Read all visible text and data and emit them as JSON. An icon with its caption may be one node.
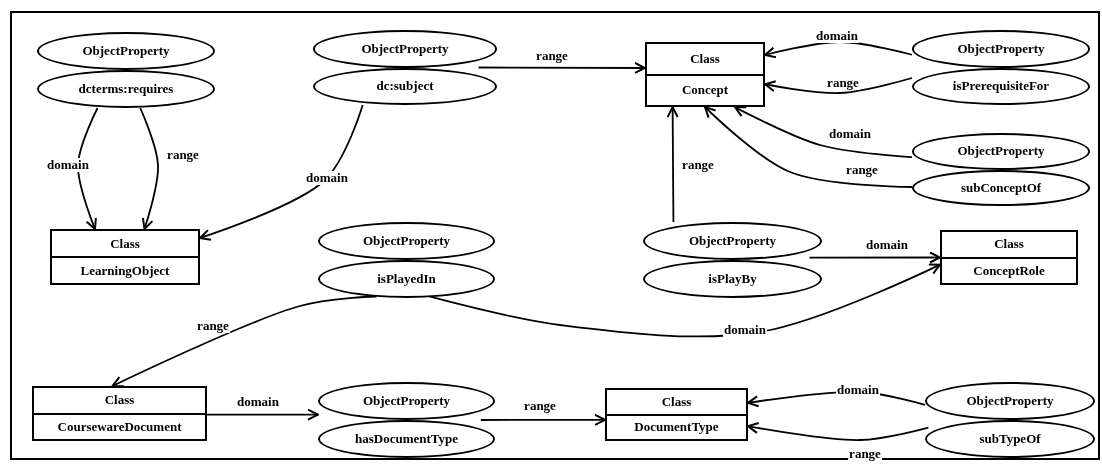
{
  "diagram": {
    "nodes": [
      {
        "text": [
          "ObjectProperty",
          "dcterms:requires"
        ]
      },
      {
        "text": [
          "ObjectProperty",
          "dc:subject"
        ]
      },
      {
        "text": [
          "Class",
          "Concept"
        ]
      },
      {
        "text": [
          "ObjectProperty",
          "isPrerequisiteFor"
        ]
      },
      {
        "text": [
          "ObjectProperty",
          "subConceptOf"
        ]
      },
      {
        "text": [
          "Class",
          "LearningObject"
        ]
      },
      {
        "text": [
          "ObjectProperty",
          "isPlayedIn"
        ]
      },
      {
        "text": [
          "ObjectProperty",
          "isPlayBy"
        ]
      },
      {
        "text": [
          "Class",
          "ConceptRole"
        ]
      },
      {
        "text": [
          "Class",
          "CoursewareDocument"
        ]
      },
      {
        "text": [
          "ObjectProperty",
          "hasDocumentType"
        ]
      },
      {
        "text": [
          "Class",
          "DocumentType"
        ]
      },
      {
        "text": [
          "ObjectProperty",
          "subTypeOf"
        ]
      }
    ],
    "edges": [
      {
        "from": 0,
        "to": 5,
        "arrow": "to",
        "label": "domain"
      },
      {
        "from": 0,
        "to": 5,
        "arrow": "to",
        "label": "range"
      },
      {
        "from": 1,
        "to": 5,
        "arrow": "to",
        "label": "domain"
      },
      {
        "from": 1,
        "to": 2,
        "arrow": "to",
        "label": "range"
      },
      {
        "from": 3,
        "to": 2,
        "arrow": "to",
        "label": "domain"
      },
      {
        "from": 3,
        "to": 2,
        "arrow": "to",
        "label": "range"
      },
      {
        "from": 4,
        "to": 2,
        "arrow": "to",
        "label": "domain"
      },
      {
        "from": 4,
        "to": 2,
        "arrow": "to",
        "label": "range"
      },
      {
        "from": 7,
        "to": 2,
        "arrow": "to",
        "label": "range"
      },
      {
        "from": 7,
        "to": 8,
        "arrow": "to",
        "label": "domain"
      },
      {
        "from": 6,
        "to": 8,
        "arrow": "to",
        "label": "domain"
      },
      {
        "from": 6,
        "to": 9,
        "arrow": "to",
        "label": "range"
      },
      {
        "from": 9,
        "to": 10,
        "arrow": "to",
        "label": "domain"
      },
      {
        "from": 10,
        "to": 11,
        "arrow": "to",
        "label": "range"
      },
      {
        "from": 12,
        "to": 11,
        "arrow": "to",
        "label": "domain"
      },
      {
        "from": 12,
        "to": 11,
        "arrow": "to",
        "label": "range"
      }
    ]
  }
}
